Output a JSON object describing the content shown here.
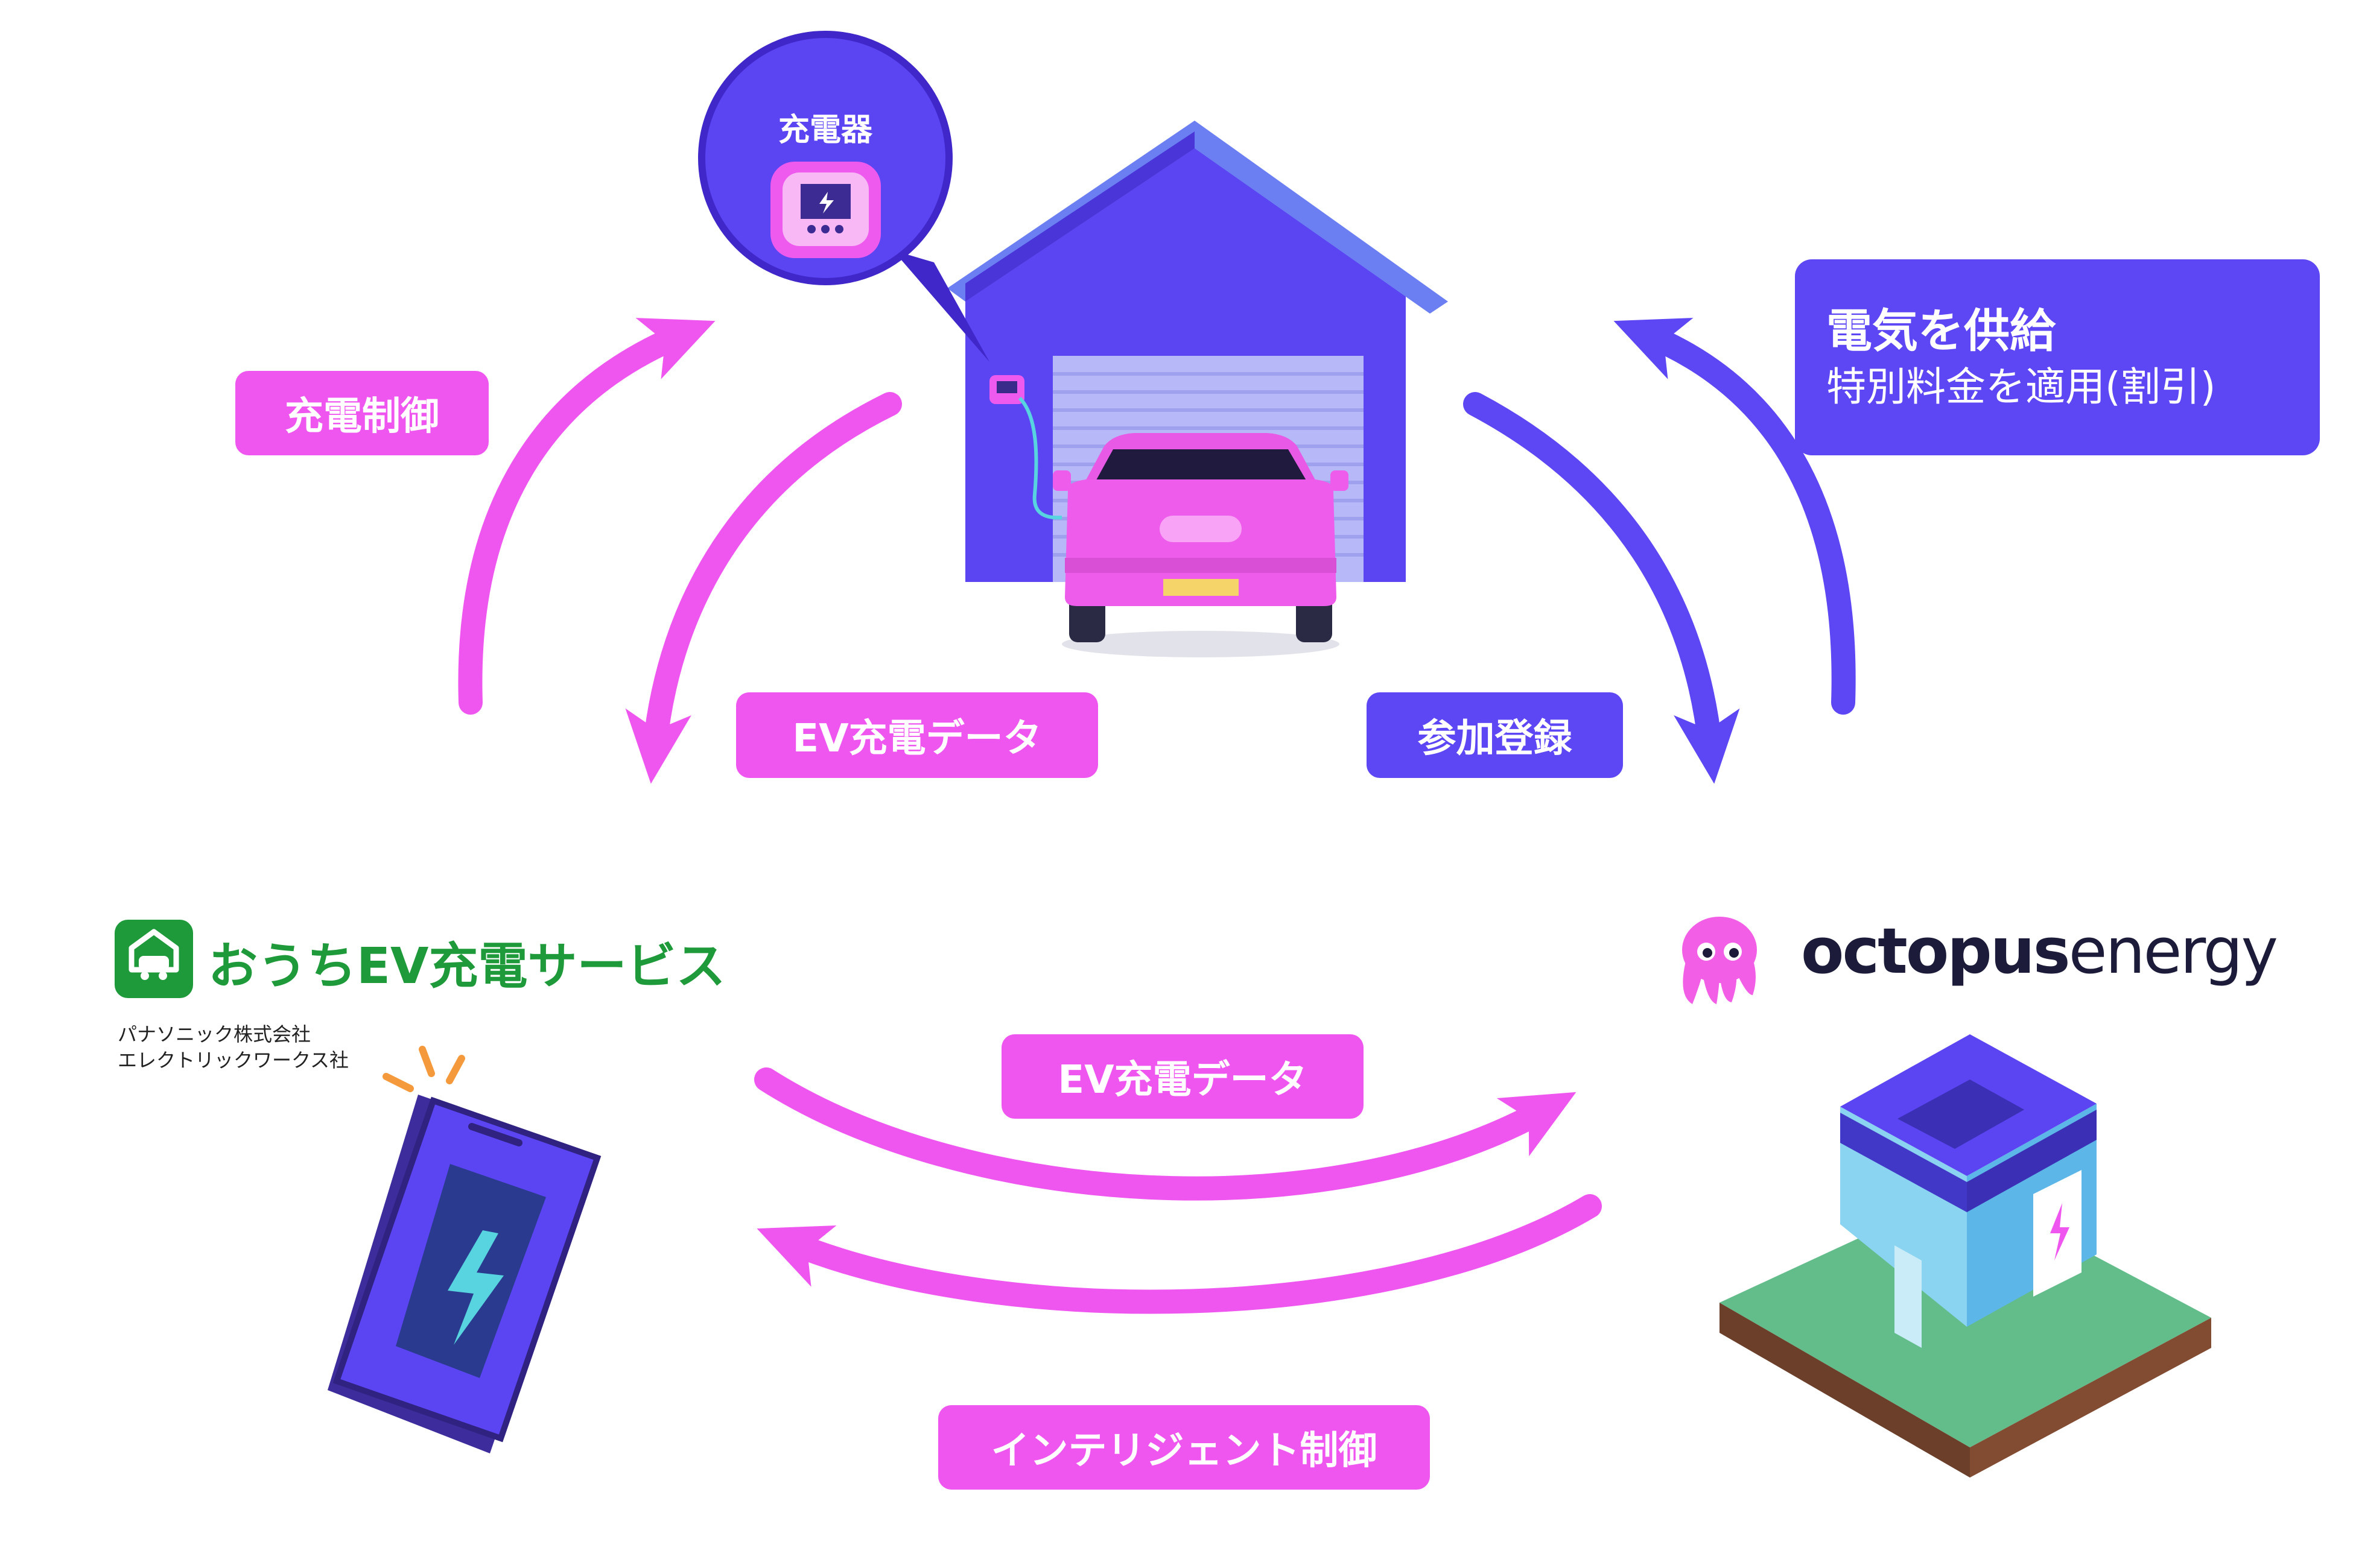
{
  "labels": {
    "charger_bubble": "充電器",
    "charge_control": "充電制御",
    "ev_data_top": "EV充電データ",
    "registration": "参加登録",
    "supply_title": "電気を供給",
    "supply_subtitle": "特別料金を適用(割引)",
    "ev_data_bottom": "EV充電データ",
    "intelligent_control": "インテリジェント制御"
  },
  "panasonic": {
    "service_name": "おうちEV充電サービス",
    "company_line1": "パナソニック株式会社",
    "company_line2": "エレクトリックワークス社"
  },
  "octopus": {
    "brand_bold": "octopus",
    "brand_light": "energy"
  },
  "colors": {
    "pink": "#ef55ef",
    "indigo": "#5d47f4",
    "green": "#1f9a3a",
    "dark_navy": "#1c1c3a"
  }
}
